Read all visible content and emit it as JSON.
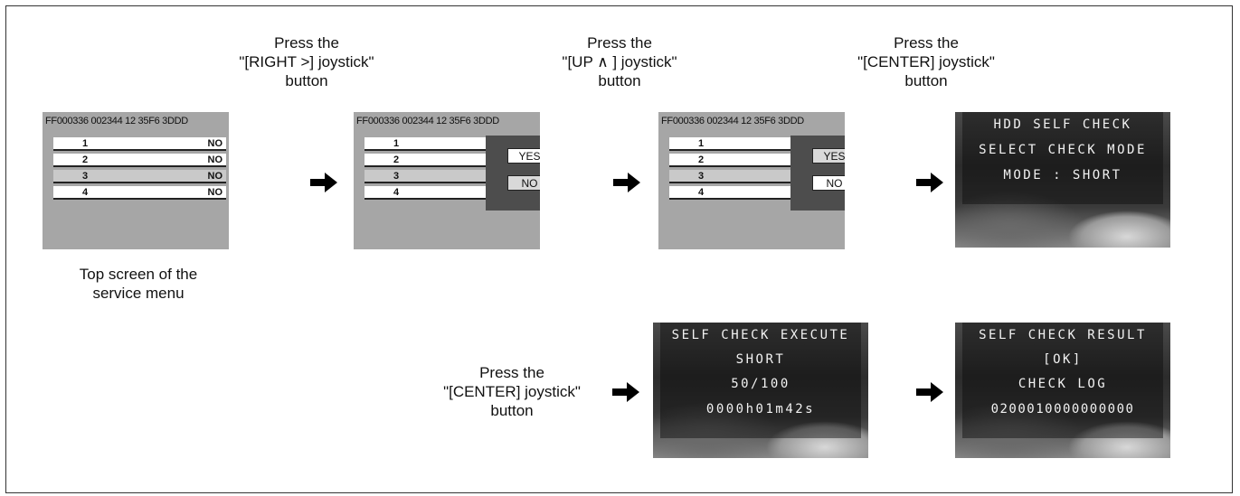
{
  "captions": {
    "step_right": [
      "Press the",
      "\"[RIGHT >] joystick\"",
      "button"
    ],
    "step_up": [
      "Press the",
      "\"[UP ∧ ] joystick\"",
      "button"
    ],
    "step_center_top": [
      "Press the",
      "\"[CENTER] joystick\"",
      "button"
    ],
    "step_center_bottom": [
      "Press the",
      "\"[CENTER] joystick\"",
      "button"
    ],
    "top_screen": [
      "Top screen of the",
      "service menu"
    ]
  },
  "service_menu": {
    "header": "FF000336 002344 12 35F6 3DDD",
    "rows": [
      {
        "num": "1",
        "value": "NO"
      },
      {
        "num": "2",
        "value": "NO"
      },
      {
        "num": "3",
        "value": "NO"
      },
      {
        "num": "4",
        "value": "NO"
      }
    ],
    "highlighted_row": "3",
    "dialog": {
      "yes": "YES",
      "no": "NO"
    }
  },
  "screens": {
    "hdd_self_check": [
      "HDD SELF CHECK",
      "SELECT CHECK MODE",
      "MODE :     SHORT"
    ],
    "self_check_execute": [
      "SELF CHECK EXECUTE",
      "SHORT",
      "50/100",
      "0000h01m42s"
    ],
    "self_check_result": [
      "SELF CHECK RESULT",
      "[OK]",
      "CHECK LOG",
      "0200010000000000"
    ]
  }
}
